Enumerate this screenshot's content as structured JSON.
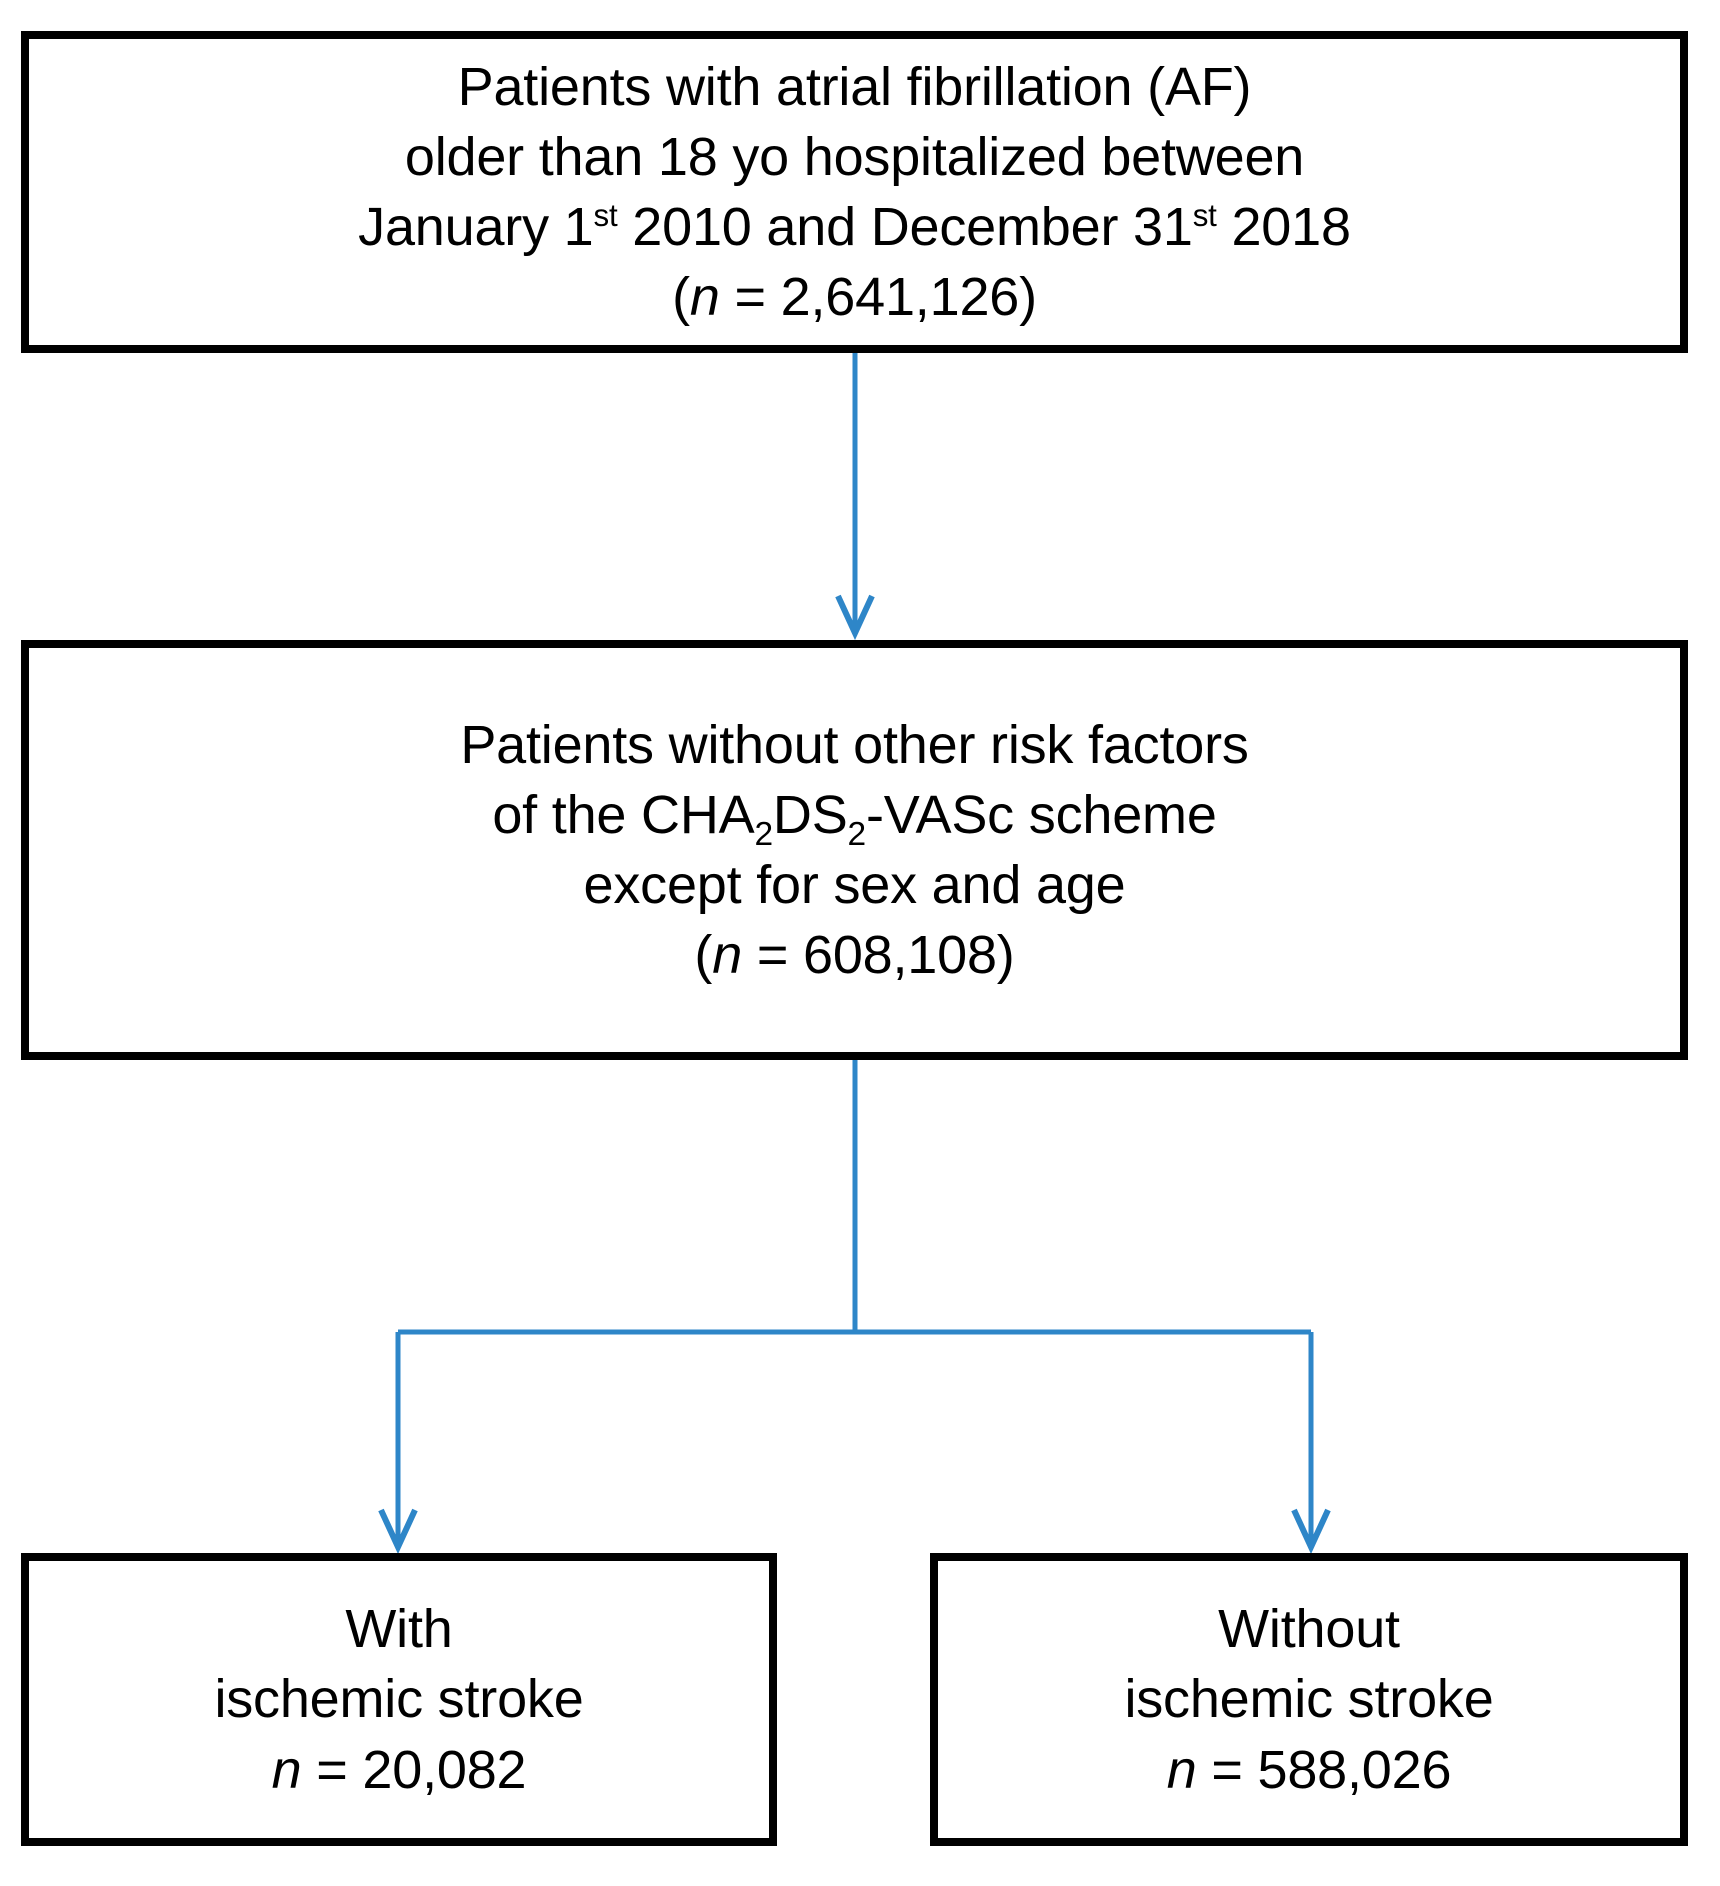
{
  "diagram": {
    "type": "flowchart",
    "orientation": "top-to-bottom",
    "accent_color": "#2E86C8",
    "box_border_color": "#000000",
    "background_color": "#FFFFFF",
    "nodes": [
      {
        "id": "top",
        "name": "cohort-source-box",
        "lines": [
          "Patients with atrial fibrillation (AF)",
          "older than 18 yo hospitalized between",
          "January 1st 2010 and December 31st 2018",
          "(n = 2,641,126)"
        ],
        "line1": "Patients with atrial fibrillation (AF)",
        "line2": "older than 18 yo hospitalized between",
        "line3_a": "January 1",
        "line3_sup1": "st",
        "line3_b": " 2010 and December 31",
        "line3_sup2": "st",
        "line3_c": " 2018",
        "count_open": "(",
        "count_n": "n",
        "count_eq": " = ",
        "count_value": "2,641,126",
        "count_close": ")"
      },
      {
        "id": "middle",
        "name": "eligible-cohort-box",
        "lines": [
          "Patients without other risk factors",
          "of the CHA2DS2-VASc scheme",
          "except for sex and age",
          "(n = 608,108)"
        ],
        "line1": "Patients without other risk factors",
        "line2_a": "of the CHA",
        "line2_sub1": "2",
        "line2_b": "DS",
        "line2_sub2": "2",
        "line2_c": "-VASc scheme",
        "line3": "except for sex and age",
        "count_open": "(",
        "count_n": "n",
        "count_eq": " = ",
        "count_value": "608,108",
        "count_close": ")"
      },
      {
        "id": "left",
        "name": "with-ischemic-stroke-box",
        "lines": [
          "With",
          "ischemic stroke",
          "n = 20,082"
        ],
        "line1": "With",
        "line2": "ischemic stroke",
        "count_n": "n",
        "count_eq": " = ",
        "count_value": "20,082"
      },
      {
        "id": "right",
        "name": "without-ischemic-stroke-box",
        "lines": [
          "Without",
          "ischemic stroke",
          "n = 588,026"
        ],
        "line1": "Without",
        "line2": "ischemic stroke",
        "count_n": "n",
        "count_eq": " = ",
        "count_value": "588,026"
      }
    ],
    "edges": [
      {
        "name": "edge-top-to-middle",
        "from": "top",
        "to": "middle",
        "style": "straight-arrow"
      },
      {
        "name": "edge-middle-to-left",
        "from": "middle",
        "to": "left",
        "style": "elbow-arrow"
      },
      {
        "name": "edge-middle-to-right",
        "from": "middle",
        "to": "right",
        "style": "elbow-arrow"
      }
    ]
  }
}
